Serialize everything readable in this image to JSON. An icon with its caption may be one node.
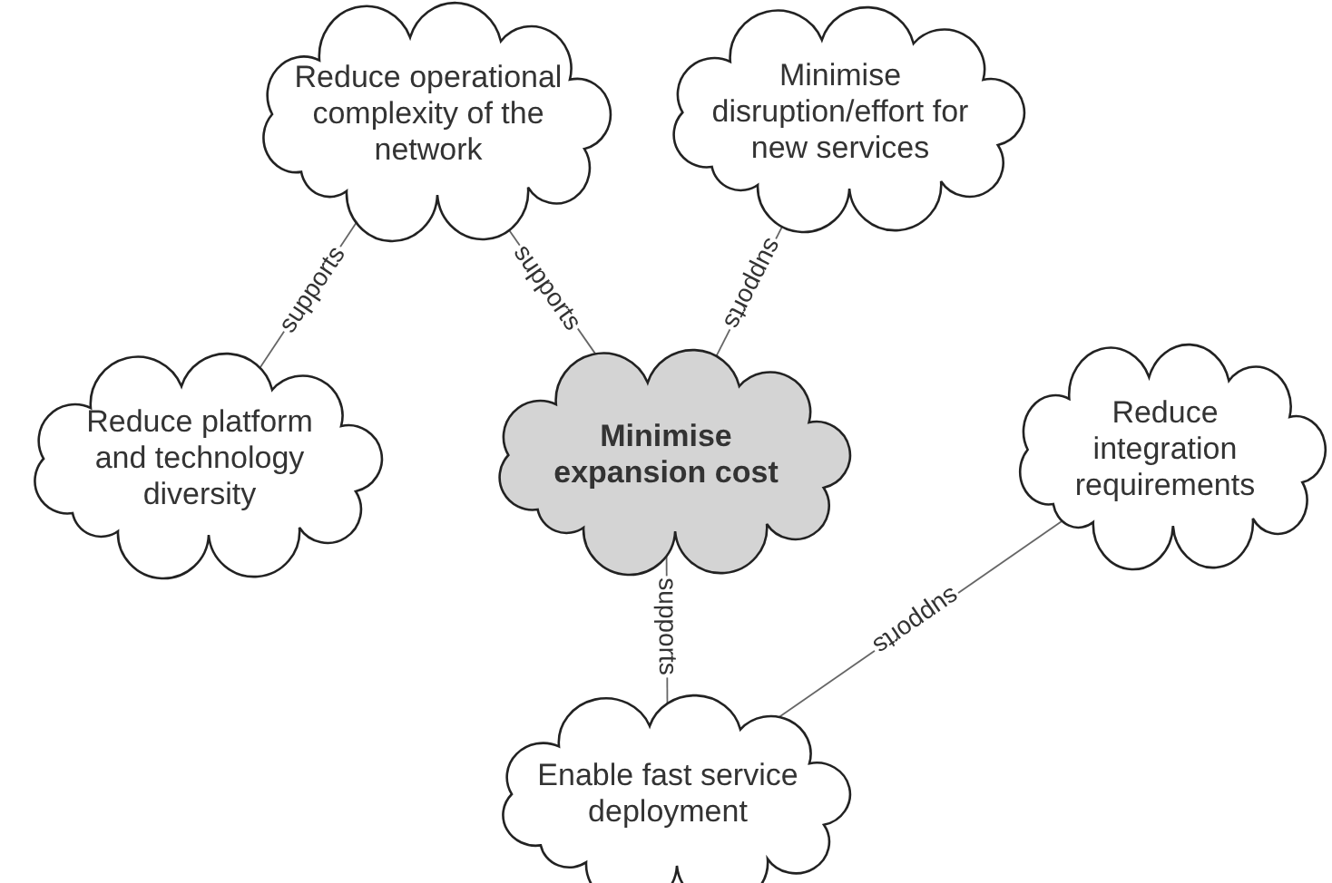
{
  "diagram": {
    "nodes": [
      {
        "text": [
          "Reduce operational complexity of the network"
        ]
      },
      {
        "text": [
          "Minimise disruption/effort for new services"
        ]
      },
      {
        "text": [
          "Reduce platform and technology diversity"
        ]
      },
      {
        "text": [
          "Minimise expansion cost"
        ]
      },
      {
        "text": [
          "Reduce integration requirements"
        ]
      },
      {
        "text": [
          "Enable fast service deployment"
        ]
      }
    ],
    "edges": [
      {
        "from": 2,
        "to": 0,
        "label": "supports",
        "arrow": "none"
      },
      {
        "from": 0,
        "to": 3,
        "label": "supports",
        "arrow": "none"
      },
      {
        "from": 1,
        "to": 3,
        "label": "supports",
        "arrow": "none"
      },
      {
        "from": 3,
        "to": 5,
        "label": "supports",
        "arrow": "none"
      },
      {
        "from": 4,
        "to": 5,
        "label": "supports",
        "arrow": "none"
      }
    ]
  }
}
